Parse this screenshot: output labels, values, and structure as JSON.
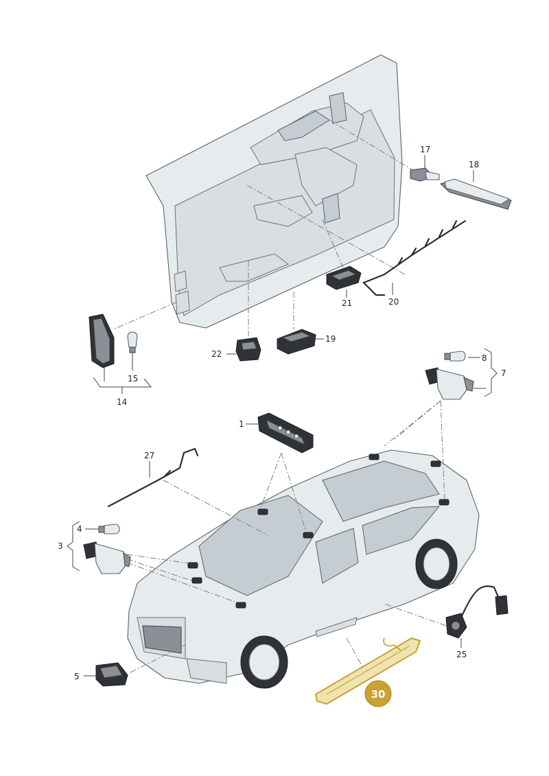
{
  "callouts": {
    "c1": "1",
    "c3": "3",
    "c4": "4",
    "c5": "5",
    "c7": "7",
    "c8": "8",
    "c14": "14",
    "c15": "15",
    "c17": "17",
    "c18": "18",
    "c19": "19",
    "c20": "20",
    "c21": "21",
    "c22": "22",
    "c25": "25",
    "c27": "27",
    "c30": "30"
  },
  "colors": {
    "part_fill": "#e6ebee",
    "outline": "#5a6066",
    "highlight_fill": "#efe3b0",
    "badge": "#c9a233"
  }
}
